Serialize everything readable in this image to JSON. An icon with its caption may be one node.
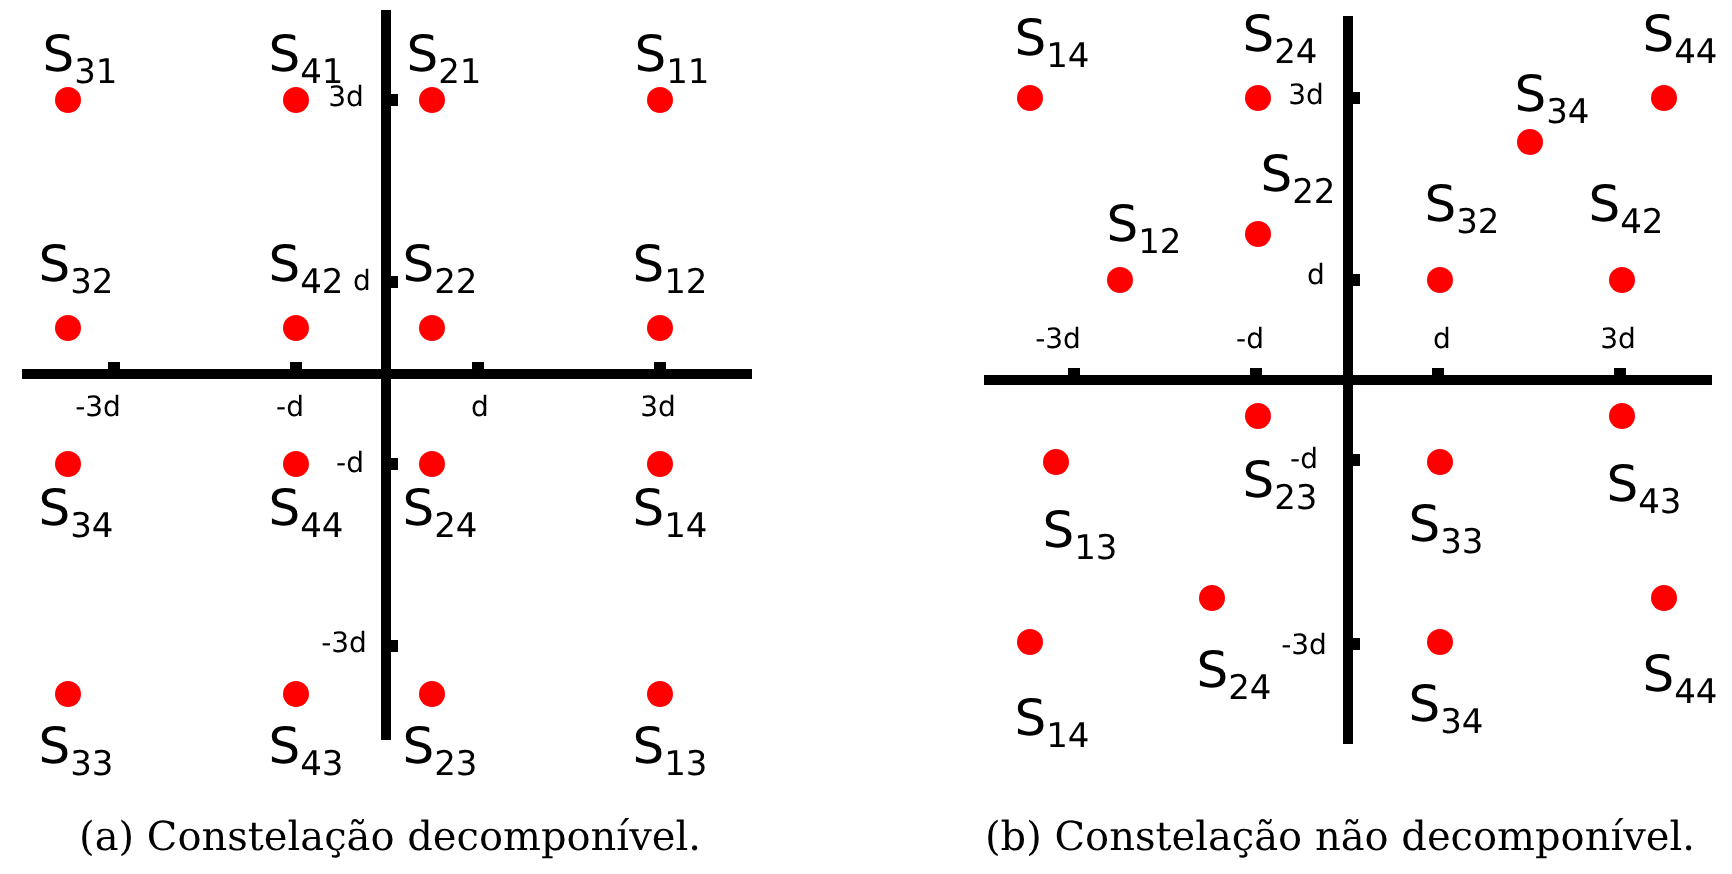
{
  "diagram": {
    "labels": [
      "S$_{31}$",
      "S$_{41}$",
      "S$_{21}$",
      "S$_{11}$",
      "3d",
      "S$_{32}$",
      "S$_{42}$",
      "d",
      "S$_{22}$",
      "S$_{12}$",
      "-3d",
      "-d",
      "d",
      "3d",
      "-d",
      "S$_{34}$",
      "S$_{44}$",
      "S$_{24}$",
      "S$_{14}$",
      "-3d",
      "S$_{33}$",
      "S$_{43}$",
      "S$_{23}$",
      "S$_{13}$",
      "(a) Constelação decomponível.",
      "S$_{14}$",
      "S$_{24}$",
      "S$_{44}$",
      "3d",
      "S$_{34}$",
      "S$_{22}$",
      "S$_{12}$",
      "S$_{32}$",
      "S$_{42}$",
      "d",
      "-3d",
      "-d",
      "d",
      "3d",
      "-d",
      "S$_{23}$",
      "S$_{43}$",
      "S$_{13}$",
      "S$_{33}$",
      "-3d",
      "S$_{24}$",
      "S$_{44}$",
      "S$_{14}$",
      "S$_{34}$",
      "(b) Constelação não decomponível."
    ]
  }
}
